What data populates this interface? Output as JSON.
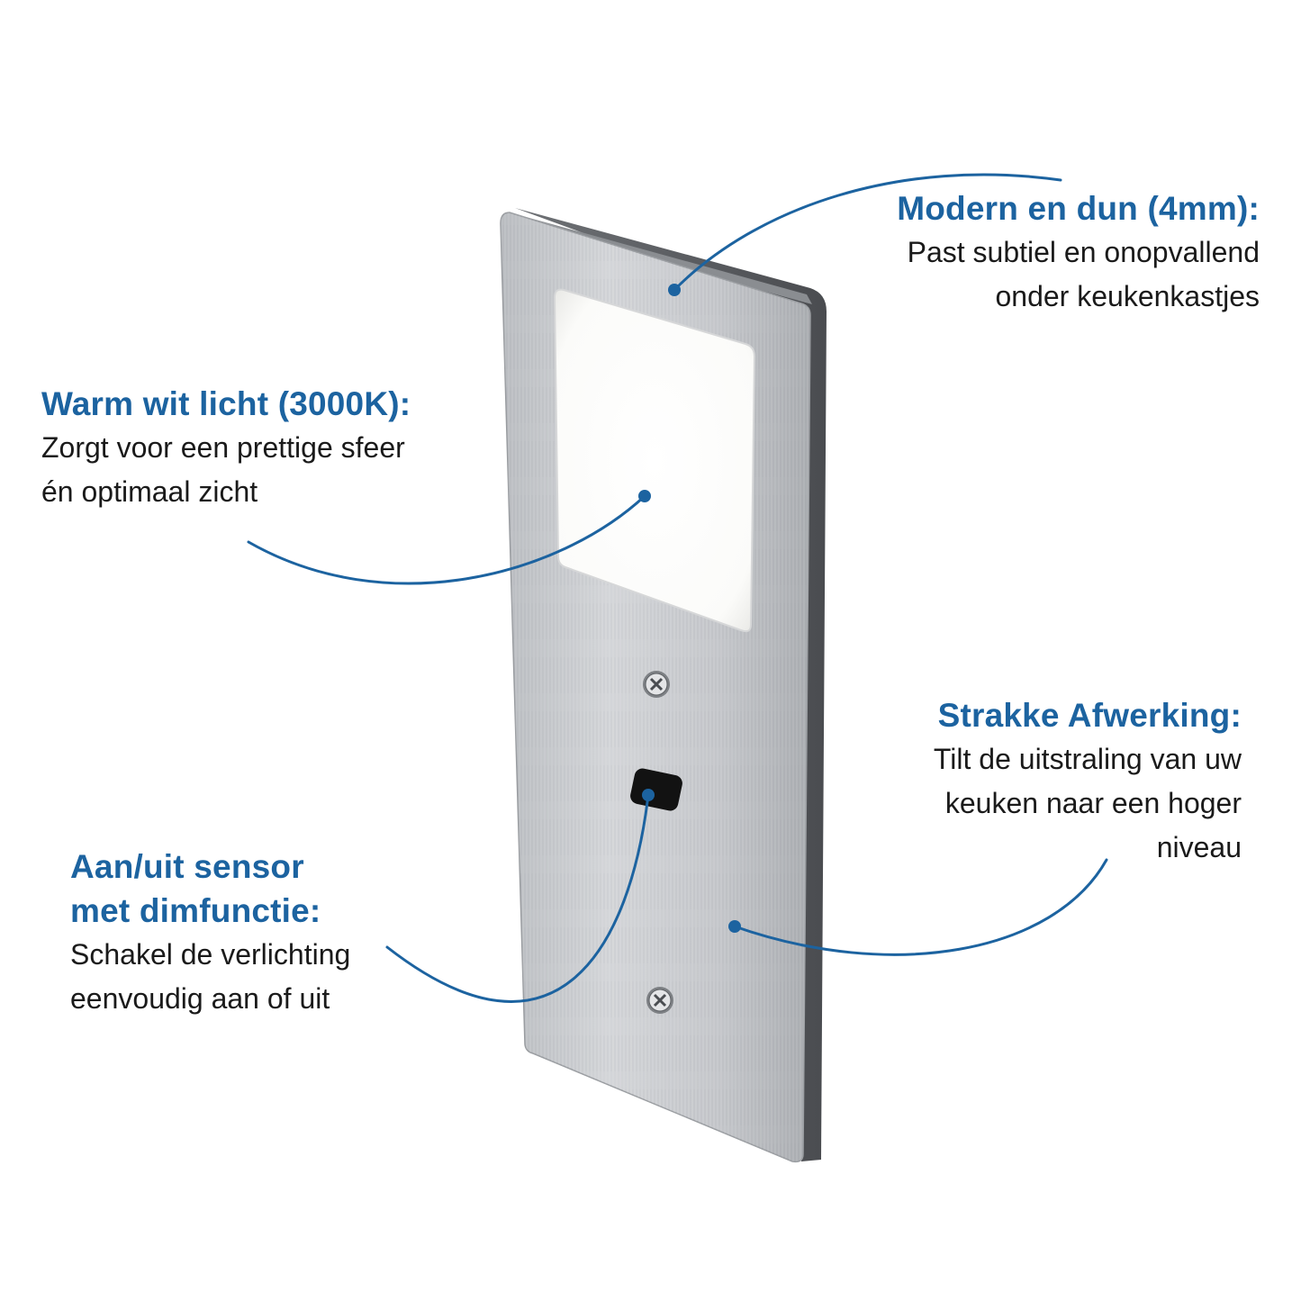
{
  "callouts": {
    "modern": {
      "title": "Modern en dun (4mm):",
      "line1": "Past subtiel en onopvallend",
      "line2": "onder keukenkastjes"
    },
    "warm": {
      "title": "Warm wit licht (3000K):",
      "line1": "Zorgt voor een prettige sfeer",
      "line2": "én optimaal zicht"
    },
    "strak": {
      "title": "Strakke Afwerking:",
      "line1": "Tilt de uitstraling van uw",
      "line2": "keuken naar een hoger",
      "line3": "niveau"
    },
    "sensor": {
      "title1": "Aan/uit sensor",
      "title2": "met dimfunctie:",
      "line1": "Schakel de verlichting",
      "line2": "eenvoudig aan of uit"
    }
  },
  "colors": {
    "accent": "#1c63a0",
    "text": "#1a1a1a",
    "background": "#ffffff"
  }
}
